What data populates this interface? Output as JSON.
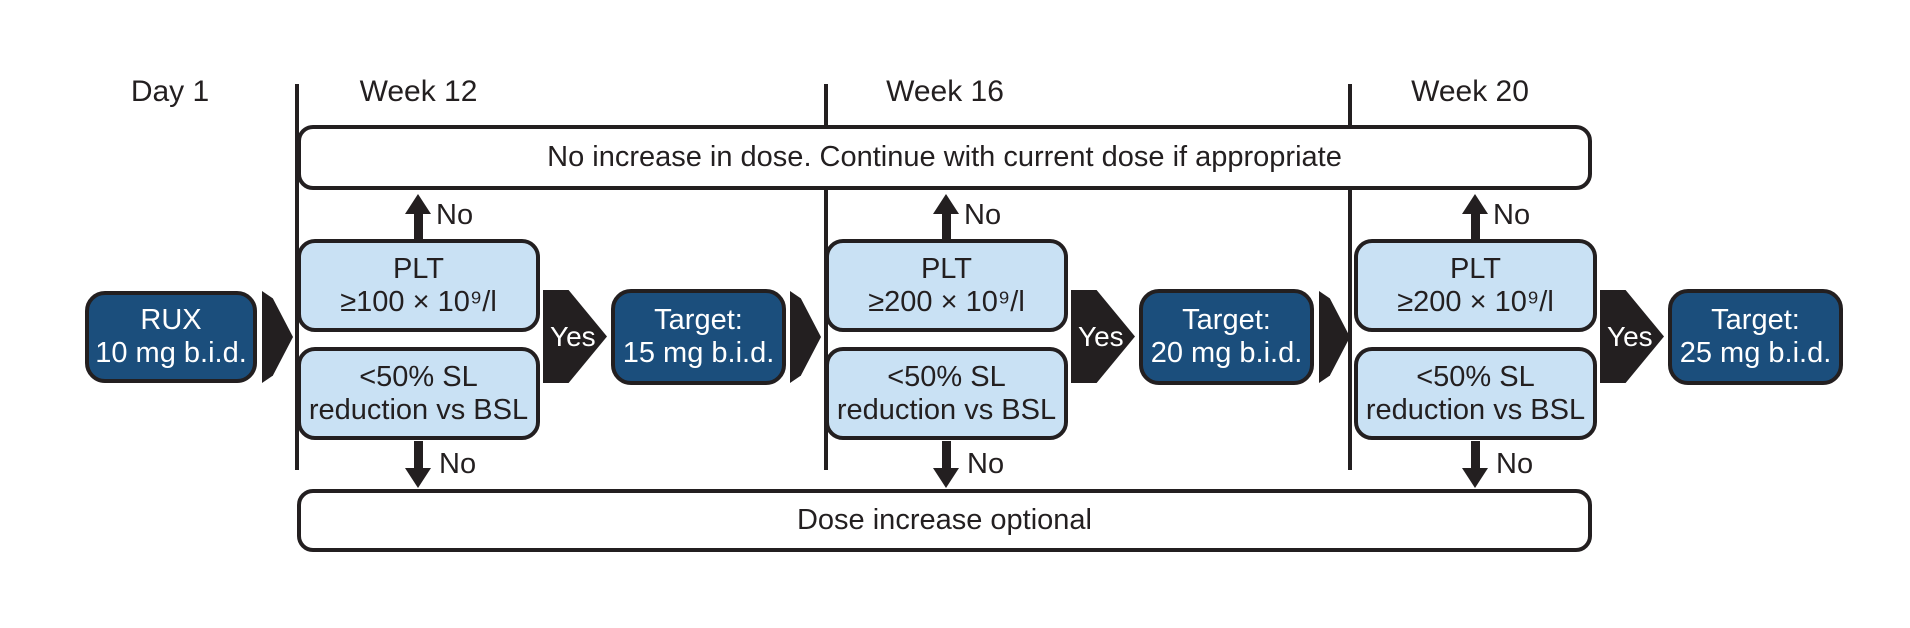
{
  "figure": {
    "type": "clinical-dose-escalation-flowchart",
    "timeline": [
      "Day 1",
      "Week 12",
      "Week 16",
      "Week 20"
    ],
    "top_banner": "No increase in dose. Continue with current dose if appropriate",
    "bottom_banner": "Dose increase optional",
    "start_box": {
      "line1": "RUX",
      "line2": "10 mg b.i.d."
    },
    "stages": [
      {
        "week": "Week 12",
        "plt_line1": "PLT",
        "plt_line2": "≥100 × 10⁹/l",
        "sl_line1": "<50% SL",
        "sl_line2": "reduction vs BSL",
        "no_up": "No",
        "no_down": "No",
        "yes_label": "Yes",
        "target_line1": "Target:",
        "target_line2": "15 mg b.i.d."
      },
      {
        "week": "Week 16",
        "plt_line1": "PLT",
        "plt_line2": "≥200 × 10⁹/l",
        "sl_line1": "<50% SL",
        "sl_line2": "reduction vs BSL",
        "no_up": "No",
        "no_down": "No",
        "yes_label": "Yes",
        "target_line1": "Target:",
        "target_line2": "20 mg b.i.d."
      },
      {
        "week": "Week 20",
        "plt_line1": "PLT",
        "plt_line2": "≥200 × 10⁹/l",
        "sl_line1": "<50% SL",
        "sl_line2": "reduction vs BSL",
        "no_up": "No",
        "no_down": "No",
        "yes_label": "Yes",
        "target_line1": "Target:",
        "target_line2": "25 mg b.i.d."
      }
    ],
    "colors": {
      "dark_blue": "#1b4e7c",
      "light_blue": "#c9e1f4",
      "outline": "#231f20",
      "background": "#ffffff"
    }
  }
}
